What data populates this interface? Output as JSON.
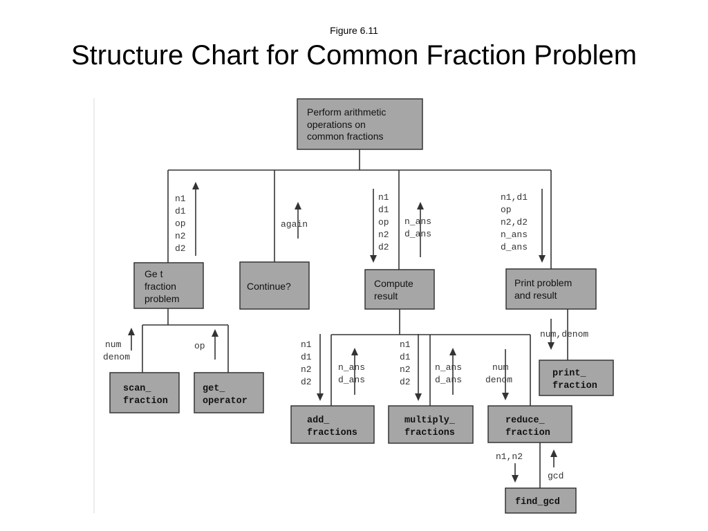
{
  "figure_label": "Figure 6.11",
  "title": "Structure Chart for Common Fraction Problem",
  "modules": {
    "main": [
      "Perform arithmetic",
      "operations on",
      "common fractions"
    ],
    "get_problem": [
      "Ge t",
      "fraction",
      "problem"
    ],
    "continue": [
      "Continue?"
    ],
    "compute": [
      "Compute",
      "result"
    ],
    "print_problem": [
      "Print problem",
      "and result"
    ],
    "scan_fraction": [
      "scan_",
      "fraction"
    ],
    "get_operator": [
      "get_",
      "operator"
    ],
    "add_fractions": [
      "add_",
      "fractions"
    ],
    "multiply_fractions": [
      "multiply_",
      "fractions"
    ],
    "reduce_fraction": [
      "reduce_",
      "fraction"
    ],
    "print_fraction": [
      "print_",
      "fraction"
    ],
    "find_gcd": [
      "find_gcd"
    ]
  },
  "flows": {
    "get_problem_out": [
      "n1",
      "d1",
      "op",
      "n2",
      "d2"
    ],
    "continue_out": [
      "again"
    ],
    "compute_in": [
      "n1",
      "d1",
      "op",
      "n2",
      "d2"
    ],
    "compute_out": [
      "n_ans",
      "d_ans"
    ],
    "print_in": [
      "n1,d1",
      "op",
      "n2,d2",
      "n_ans",
      "d_ans"
    ],
    "scan_out": [
      "num",
      "denom"
    ],
    "operator_out": [
      "op"
    ],
    "add_in": [
      "n1",
      "d1",
      "n2",
      "d2"
    ],
    "add_out": [
      "n_ans",
      "d_ans"
    ],
    "mult_in": [
      "n1",
      "d1",
      "n2",
      "d2"
    ],
    "mult_out": [
      "n_ans",
      "d_ans"
    ],
    "reduce_in": [
      "num",
      "denom"
    ],
    "print_fraction_in": [
      "num,denom"
    ],
    "gcd_in": [
      "n1,n2"
    ],
    "gcd_out": [
      "gcd"
    ]
  }
}
